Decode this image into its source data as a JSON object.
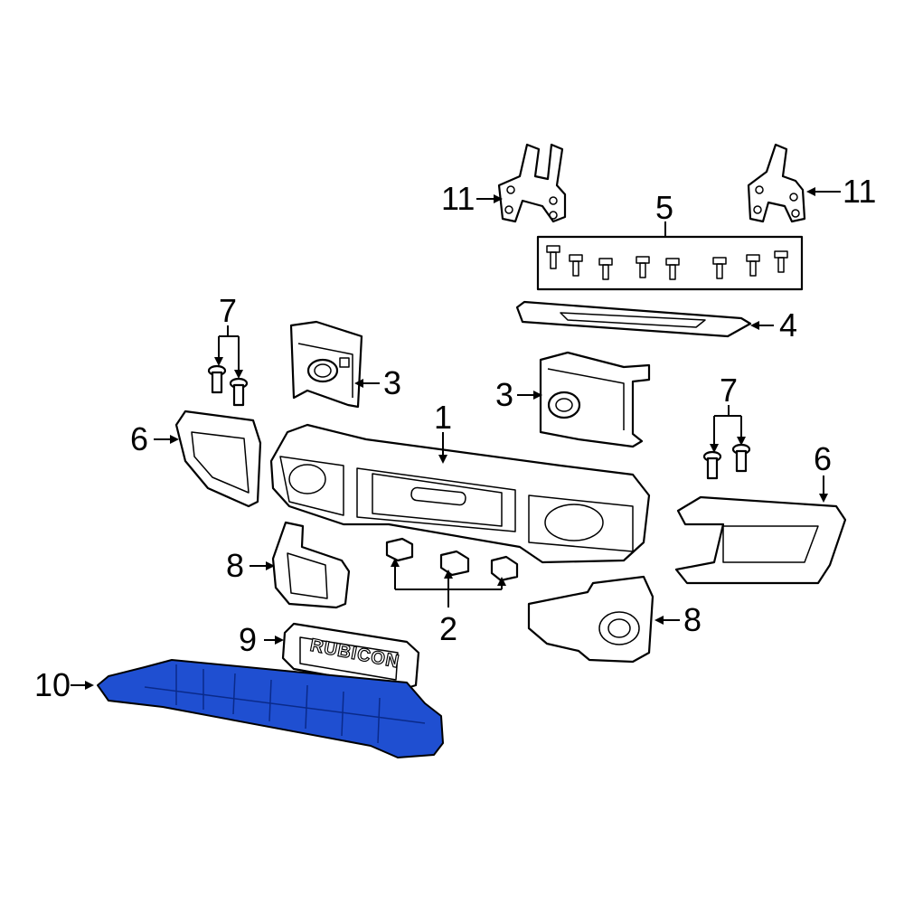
{
  "callouts": {
    "c1": "1",
    "c2": "2",
    "c3a": "3",
    "c3b": "3",
    "c4": "4",
    "c5": "5",
    "c6a": "6",
    "c6b": "6",
    "c7a": "7",
    "c7b": "7",
    "c8a": "8",
    "c8b": "8",
    "c9": "9",
    "c10": "10",
    "c11a": "11",
    "c11b": "11"
  },
  "badge_text": "RUBICON",
  "colors": {
    "highlight": "#1f4fd1",
    "line": "#000000",
    "background": "#ffffff"
  }
}
